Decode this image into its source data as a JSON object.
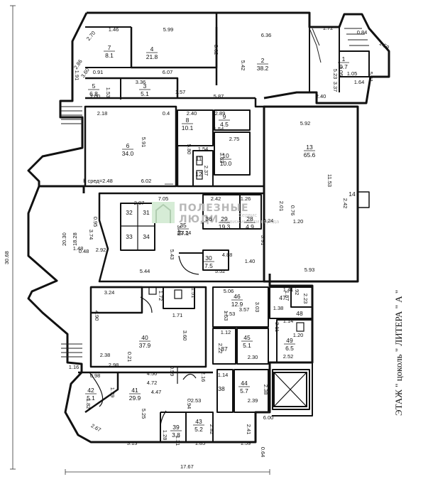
{
  "plan": {
    "floor_label": "ЭТАЖ \" цоколь \"  ЛИТЕРА \" А \"",
    "watermark": {
      "line1": "ПОЛЕЗНЫЕ",
      "line2": "ЛЮДИ",
      "line3": "Сервис",
      "line4": "недвижимости города"
    },
    "overall_dims": {
      "height": "30.68",
      "width": "17.67",
      "left_inner": "20.30",
      "left_inner2": "18.28"
    },
    "rooms": [
      {
        "no": "1",
        "area": "9.7"
      },
      {
        "no": "2",
        "area": "38.2"
      },
      {
        "no": "3",
        "area": "5.1"
      },
      {
        "no": "4",
        "area": "21.8"
      },
      {
        "no": "5",
        "area": "6.8"
      },
      {
        "no": "6",
        "area": "34.0"
      },
      {
        "no": "7",
        "area": "8.1"
      },
      {
        "no": "8",
        "area": "10.1"
      },
      {
        "no": "9",
        "area": "4.5"
      },
      {
        "no": "10",
        "area": "10.0"
      },
      {
        "no": "11",
        "area": ""
      },
      {
        "no": "12",
        "area": ""
      },
      {
        "no": "13",
        "area": "65.6"
      },
      {
        "no": "14",
        "area": ""
      },
      {
        "no": "28",
        "area": "4.9"
      },
      {
        "no": "29",
        "area": "19.3"
      },
      {
        "no": "30",
        "area": "7.5"
      },
      {
        "no": "31",
        "area": ""
      },
      {
        "no": "32",
        "area": ""
      },
      {
        "no": "33",
        "area": ""
      },
      {
        "no": "34",
        "area": ""
      },
      {
        "no": "35",
        "area": "27.1"
      },
      {
        "no": "36",
        "area": ""
      },
      {
        "no": "37",
        "area": ""
      },
      {
        "no": "38",
        "area": ""
      },
      {
        "no": "39",
        "area": "3.8"
      },
      {
        "no": "40",
        "area": "37.9"
      },
      {
        "no": "41",
        "area": "29.9"
      },
      {
        "no": "42",
        "area": "5.1"
      },
      {
        "no": "43",
        "area": "5.2"
      },
      {
        "no": "44",
        "area": "5.7"
      },
      {
        "no": "45",
        "area": "5.1"
      },
      {
        "no": "46",
        "area": "12.9"
      },
      {
        "no": "47",
        "area": ""
      },
      {
        "no": "48",
        "area": ""
      },
      {
        "no": "49",
        "area": "6.5"
      }
    ],
    "dims": [
      "1.46",
      "5.99",
      "6.36",
      "1.72",
      "0.84",
      "2.70",
      "1.59",
      "3.62",
      "5.42",
      "5.23",
      "2.86",
      "3.60",
      "0.91",
      "6.07",
      "1.91",
      "1.05",
      "5.51",
      "3.36",
      "1.53",
      "1.57",
      "3.37",
      "1.64",
      "2.00",
      "5.87",
      "2.40",
      "2.18",
      "0.4",
      "2.40",
      "2.89",
      "1.54",
      "2.75",
      "5.92",
      "5.91",
      "5.80",
      "1.54",
      "3.63",
      "2.37",
      "11.53",
      "2.42",
      "h сред=2.48",
      "6.02",
      "2.07",
      "7.05",
      "2.42",
      "1.26",
      "2.01",
      "0.76",
      "0.24",
      "1.20",
      "3.74",
      "0.95",
      "3.48",
      "3.24",
      "3.91",
      "1.48",
      "2.92",
      "5.43",
      "4.88",
      "5.44",
      "5.52",
      "1.40",
      "5.93",
      "0.48",
      "3.24",
      "1.72",
      "1.51",
      "5.06",
      "1.41",
      "0.92",
      "1.53",
      "3.57",
      "1.87",
      "2.23",
      "1.38",
      "3.03",
      "4.90",
      "1.71",
      "1.53",
      "1.14",
      "3.60",
      "1.12",
      "1.20",
      "3.11",
      "2.22",
      "2.30",
      "2.52",
      "2.38",
      "0.21",
      "2.98",
      "0.59",
      "4.50",
      "4.72",
      "2.16",
      "1.14",
      "2.38",
      "0.98",
      "1.79",
      "1.16",
      "1.82",
      "4.47",
      "5.25",
      "0.94",
      "2.53",
      "2.39",
      "2.67",
      "1.28",
      "2.82",
      "6.00",
      "2.41",
      "3.13",
      "1.31",
      "1.85",
      "1.59",
      "0.64",
      "1.06"
    ]
  }
}
